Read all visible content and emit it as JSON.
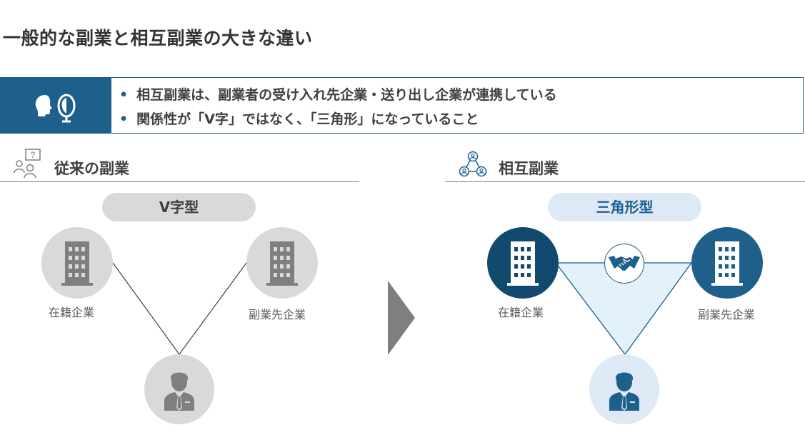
{
  "title": "一般的な副業と相互副業の大きな違い",
  "summary": {
    "icon": "person-with-mirror-icon",
    "bullets": [
      "相互副業は、副業者の受け入れ先企業・送り出し企業が連携している",
      "関係性が「V字」ではなく、「三角形」になっていること"
    ],
    "bullet_marker": "•"
  },
  "left": {
    "heading": "従来の副業",
    "heading_icon": "people-question-icon",
    "pill": "V字型",
    "nodes": {
      "employer": "在籍企業",
      "side_job_company": "副業先企業"
    },
    "person_icon": "businessman-icon",
    "building_icon": "office-building-icon",
    "color": "#7f7f7f"
  },
  "arrow_icon": "chevron-right-icon",
  "right": {
    "heading": "相互副業",
    "heading_icon": "network-people-icon",
    "pill": "三角形型",
    "nodes": {
      "employer": "在籍企業",
      "side_job_company": "副業先企業"
    },
    "center_icon": "handshake-icon",
    "person_icon": "businessman-icon",
    "building_icon": "office-building-icon",
    "color": "#1e5f8c"
  }
}
